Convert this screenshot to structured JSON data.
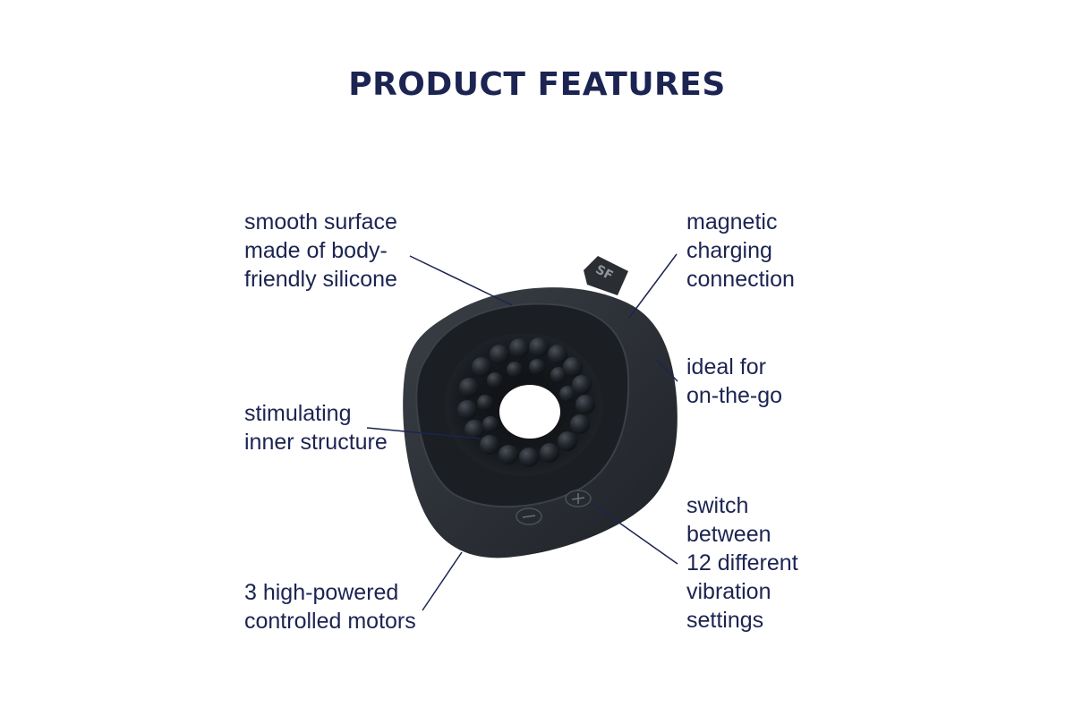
{
  "title": "PRODUCT FEATURES",
  "colors": {
    "text": "#1c2452",
    "product": "#2c3036",
    "leader": "#1c2452"
  },
  "device": {
    "tab_mark": "SF",
    "buttons": [
      "minus-button",
      "plus-button"
    ]
  },
  "features": {
    "surface": "smooth surface\nmade of body-\nfriendly silicone",
    "inner": "stimulating\ninner structure",
    "motors": "3 high-powered\ncontrolled motors",
    "charging": "magnetic\ncharging\nconnection",
    "travel": "ideal for\non-the-go",
    "settings": "switch\nbetween\n12 different\nvibration\nsettings"
  }
}
